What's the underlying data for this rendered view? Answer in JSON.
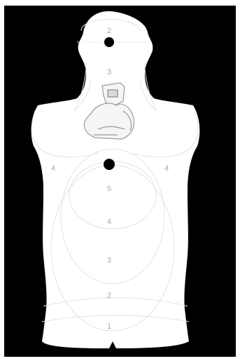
{
  "target": {
    "zone_labels": {
      "head": "2",
      "neck": "3",
      "left_shoulder": "4",
      "right_shoulder": "4",
      "chest": "5",
      "upper_abdomen": "4",
      "lower_abdomen": "3",
      "waist": "2",
      "base": "1"
    },
    "colors": {
      "background": "#000000",
      "silhouette": "#ffffff",
      "rings": "#e3e3e3",
      "labels": "#a9a9a9",
      "aim_dot": "#000000"
    },
    "icon": "pistol-hands-icon"
  }
}
